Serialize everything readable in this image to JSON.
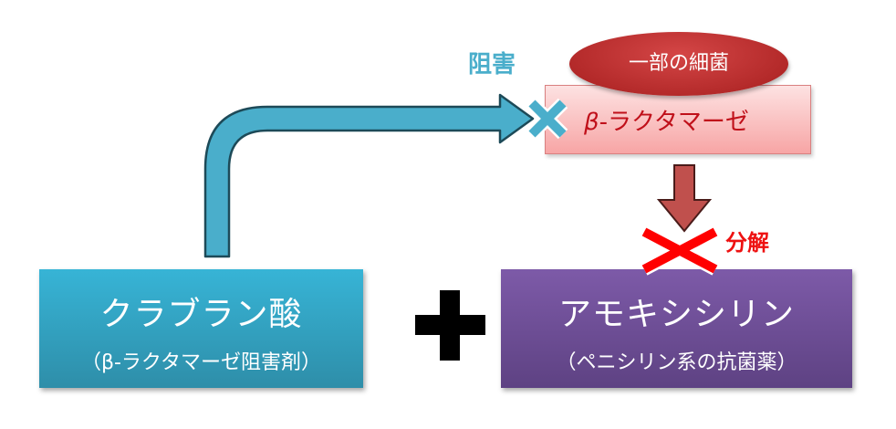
{
  "diagram": {
    "clavulanic_acid": {
      "name": "クラブラン酸",
      "description": "（β-ラクタマーゼ阻害剤）"
    },
    "amoxicillin": {
      "name": "アモキシシリン",
      "description": "（ペニシリン系の抗菌薬）"
    },
    "enzyme": {
      "beta": "β",
      "name_rest": "-ラクタマーゼ"
    },
    "bacteria_label": "一部の細菌",
    "inhibit_label": "阻害",
    "decompose_label": "分解",
    "plus_symbol": "plus-icon",
    "colors": {
      "clavulanic_box": "#37b4d6",
      "amoxicillin_box": "#7d5aa8",
      "enzyme_box": "#f7a5a5",
      "enzyme_text": "#c0101a",
      "bacteria_ellipse": "#c03636",
      "inhibit_arrow": "#4aaecb",
      "inhibit_cross": "#4aaecb",
      "decompose_arrow": "#c0504d",
      "decompose_cross": "#ff0000"
    }
  }
}
